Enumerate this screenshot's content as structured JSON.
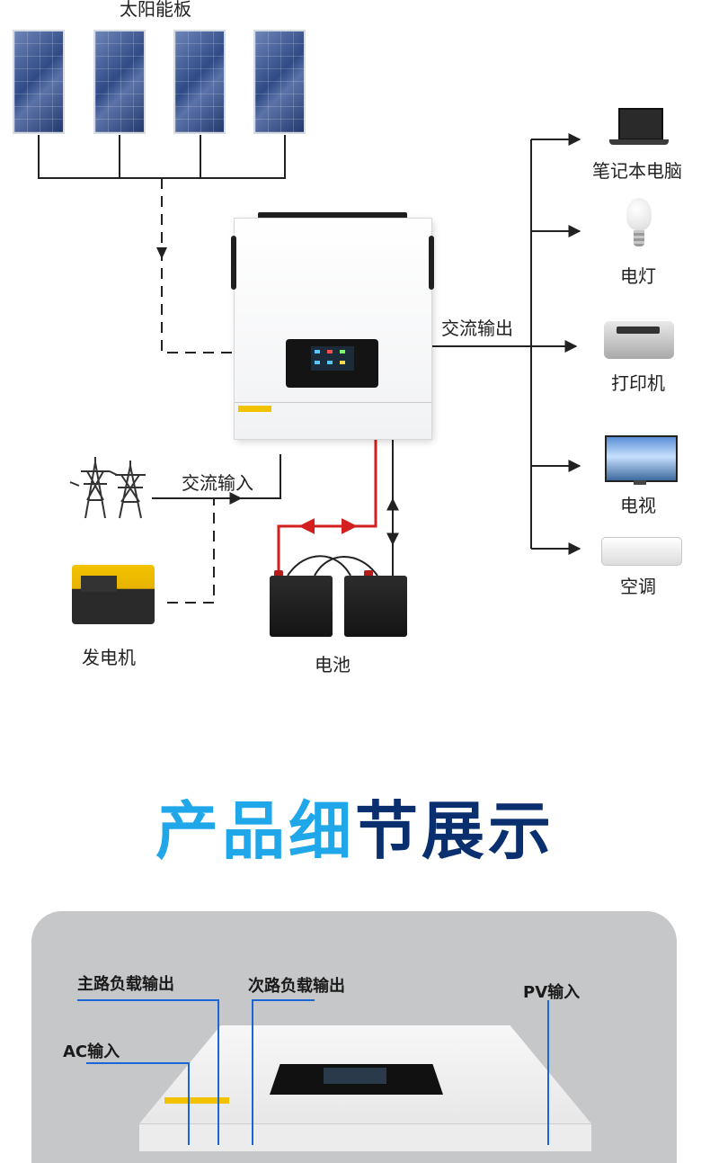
{
  "diagram": {
    "solar_label": "太阳能板",
    "devices": [
      {
        "id": "laptop",
        "label": "笔记本电脑",
        "icon": "laptop-icon"
      },
      {
        "id": "lamp",
        "label": "电灯",
        "icon": "lightbulb-icon"
      },
      {
        "id": "printer",
        "label": "打印机",
        "icon": "printer-icon"
      },
      {
        "id": "tv",
        "label": "电视",
        "icon": "tv-icon"
      },
      {
        "id": "aircon",
        "label": "空调",
        "icon": "air-conditioner-icon"
      }
    ],
    "ac_output_label": "交流输出",
    "ac_input_label": "交流输入",
    "generator_label": "发电机",
    "battery_label": "电池",
    "colors": {
      "line": "#222222",
      "dc_line": "#d41f1f",
      "arrow": "#222222"
    }
  },
  "section_title": {
    "part1": "产品细",
    "part2": "节展示",
    "colors": {
      "part1": "#1fa7e9",
      "part2": "#0a2f6e"
    }
  },
  "detail": {
    "labels": {
      "main_output": "主路负载输出",
      "secondary_output": "次路负载输出",
      "pv_input": "PV输入",
      "ac_input": "AC输入"
    },
    "colors": {
      "callout_line": "#1a66d6",
      "card_bg": "#c6c7c9"
    }
  }
}
